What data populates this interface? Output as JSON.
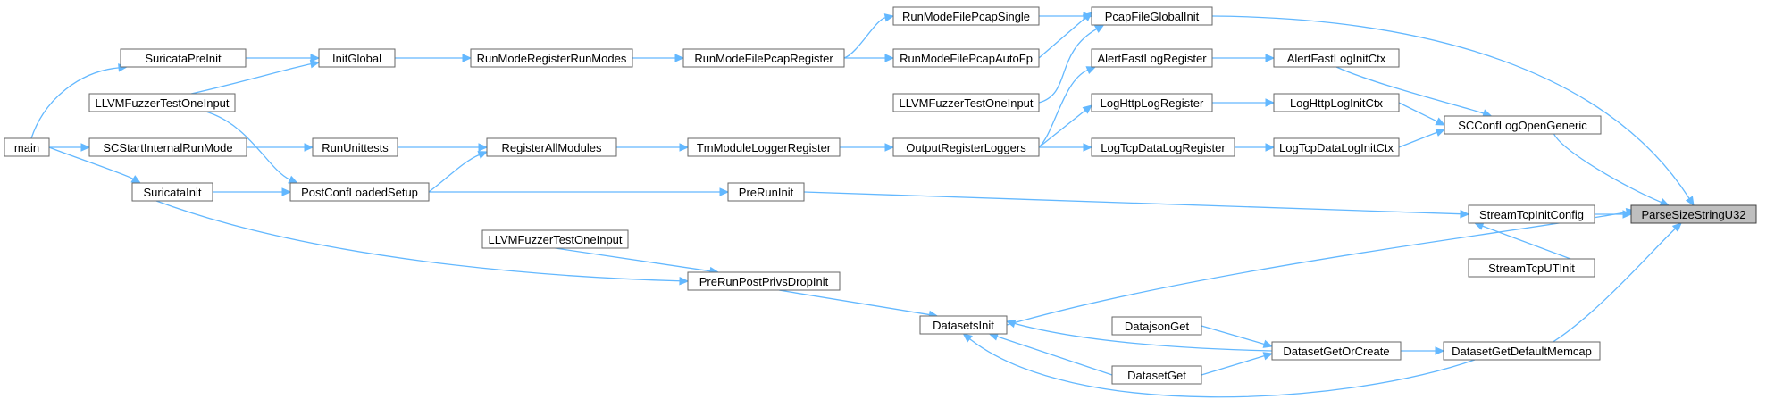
{
  "graph": {
    "colors": {
      "edge": "#63b8ff",
      "node_border": "#666666",
      "root_fill": "#bfbfbf"
    },
    "nodes": [
      {
        "id": "n_parse",
        "label": "ParseSizeStringU32"
      },
      {
        "id": "n_pcapglobal",
        "label": "PcapFileGlobalInit"
      },
      {
        "id": "n_scconf",
        "label": "SCConfLogOpenGeneric"
      },
      {
        "id": "n_streamcfg",
        "label": "StreamTcpInitConfig"
      },
      {
        "id": "n_datasetsinit",
        "label": "DatasetsInit"
      },
      {
        "id": "n_datasetmemcap",
        "label": "DatasetGetDefaultMemcap"
      },
      {
        "id": "n_pcapsingle",
        "label": "RunModeFilePcapSingle"
      },
      {
        "id": "n_pcapautofp",
        "label": "RunModeFilePcapAutoFp"
      },
      {
        "id": "n_llvm_a",
        "label": "LLVMFuzzerTestOneInput"
      },
      {
        "id": "n_alertreg",
        "label": "AlertFastLogRegister"
      },
      {
        "id": "n_alertctx",
        "label": "AlertFastLogInitCtx"
      },
      {
        "id": "n_httpreg",
        "label": "LogHttpLogRegister"
      },
      {
        "id": "n_httpctx",
        "label": "LogHttpLogInitCtx"
      },
      {
        "id": "n_tcpreg",
        "label": "LogTcpDataLogRegister"
      },
      {
        "id": "n_tcpctx",
        "label": "LogTcpDataLogInitCtx"
      },
      {
        "id": "n_outloggers",
        "label": "OutputRegisterLoggers"
      },
      {
        "id": "n_tmlogger",
        "label": "TmModuleLoggerRegister"
      },
      {
        "id": "n_allmodules",
        "label": "RegisterAllModules"
      },
      {
        "id": "n_preruninit",
        "label": "PreRunInit"
      },
      {
        "id": "n_streamut",
        "label": "StreamTcpUTInit"
      },
      {
        "id": "n_pcapreg",
        "label": "RunModeFilePcapRegister"
      },
      {
        "id": "n_regrunmodes",
        "label": "RunModeRegisterRunModes"
      },
      {
        "id": "n_initglobal",
        "label": "InitGlobal"
      },
      {
        "id": "n_preinit",
        "label": "SuricataPreInit"
      },
      {
        "id": "n_llvm_b",
        "label": "LLVMFuzzerTestOneInput"
      },
      {
        "id": "n_main",
        "label": "main"
      },
      {
        "id": "n_scstart",
        "label": "SCStartInternalRunMode"
      },
      {
        "id": "n_unittests",
        "label": "RunUnittests"
      },
      {
        "id": "n_postconf",
        "label": "PostConfLoadedSetup"
      },
      {
        "id": "n_surinit",
        "label": "SuricataInit"
      },
      {
        "id": "n_privsdrop",
        "label": "PreRunPostPrivsDropInit"
      },
      {
        "id": "n_llvm_c",
        "label": "LLVMFuzzerTestOneInput"
      },
      {
        "id": "n_getorcreate",
        "label": "DatasetGetOrCreate"
      },
      {
        "id": "n_datajson",
        "label": "DatajsonGet"
      },
      {
        "id": "n_datasetget",
        "label": "DatasetGet"
      }
    ]
  }
}
